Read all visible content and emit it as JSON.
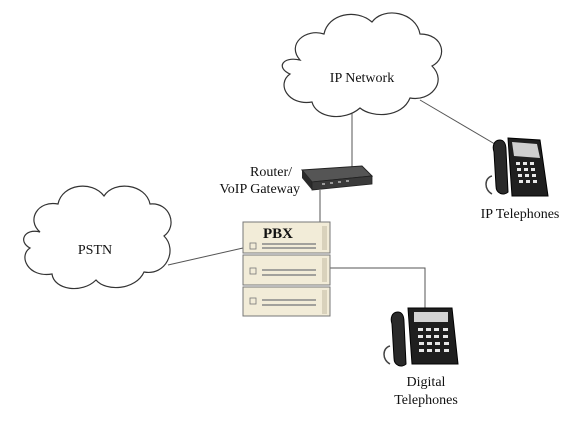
{
  "labels": {
    "ip_network": "IP Network",
    "router_line1": "Router/",
    "router_line2": "VoIP Gateway",
    "pbx": "PBX",
    "pstn": "PSTN",
    "ip_telephones": "IP Telephones",
    "digital_line1": "Digital",
    "digital_line2": "Telephones"
  },
  "colors": {
    "line": "#555555",
    "cloud_stroke": "#333333",
    "pbx_fill": "#f2ecd8",
    "phone_body": "#1f1f1f",
    "router_body": "#3a3a3a"
  }
}
